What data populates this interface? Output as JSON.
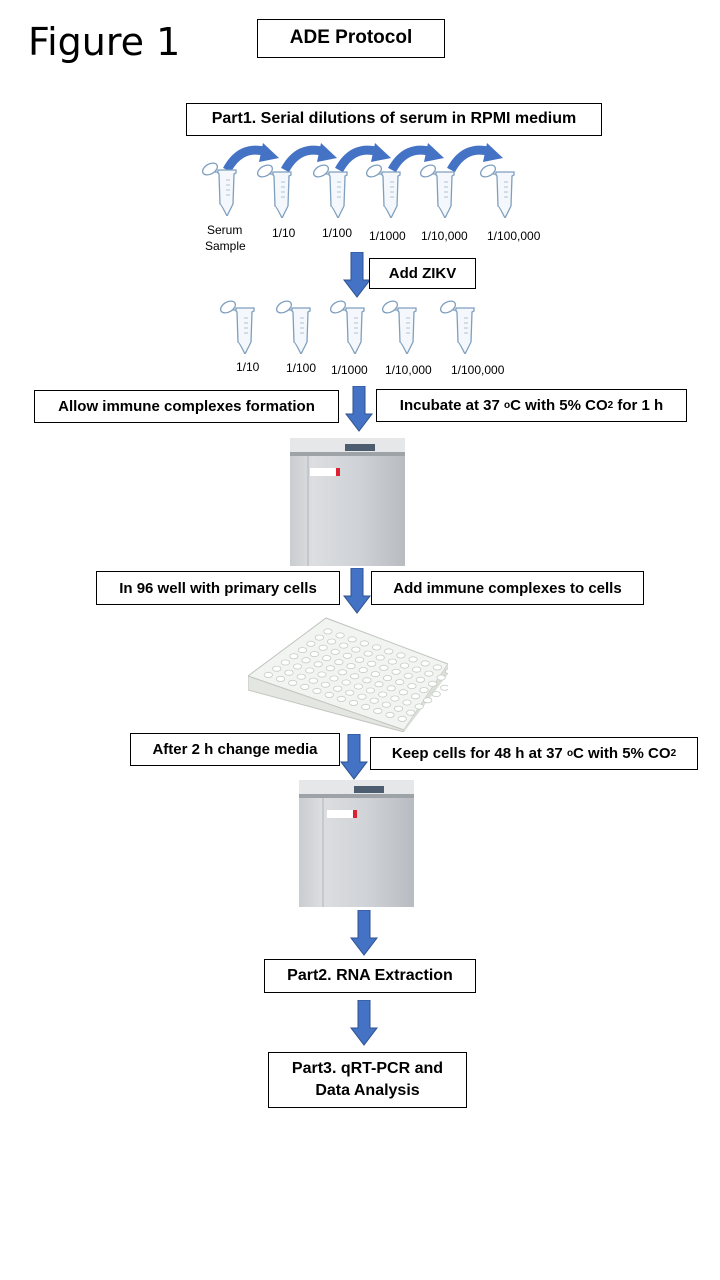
{
  "figure_label": "Figure 1",
  "title": "ADE Protocol",
  "part1": "Part1. Serial dilutions of serum in RPMI medium",
  "row1_labels": {
    "serum": "Serum",
    "sample": "Sample",
    "d1": "1/10",
    "d2": "1/100",
    "d3": "1/1000",
    "d4": "1/10,000",
    "d5": "1/100,000"
  },
  "add_zikv": "Add ZIKV",
  "row2_labels": {
    "d1": "1/10",
    "d2": "1/100",
    "d3": "1/1000",
    "d4": "1/10,000",
    "d5": "1/100,000"
  },
  "allow_complexes": "Allow immune complexes formation",
  "incubate": {
    "prefix": "Incubate at 37 ",
    "sup": "o",
    "mid": "C with 5% CO",
    "sub": "2",
    "suffix": " for 1 h"
  },
  "in_96_well": "In 96 well with primary cells",
  "add_complexes": "Add immune complexes to cells",
  "after_2h": "After 2 h change media",
  "keep_cells": {
    "prefix": "Keep cells for 48 h at 37 ",
    "sup": "o",
    "mid": "C with 5% CO",
    "sub": "2"
  },
  "part2": "Part2. RNA Extraction",
  "part3_line1": "Part3. qRT-PCR and",
  "part3_line2": "Data Analysis",
  "colors": {
    "arrow": "#4472C4",
    "arrow_edge": "#2F528F",
    "tube": "#7F9FBF"
  }
}
